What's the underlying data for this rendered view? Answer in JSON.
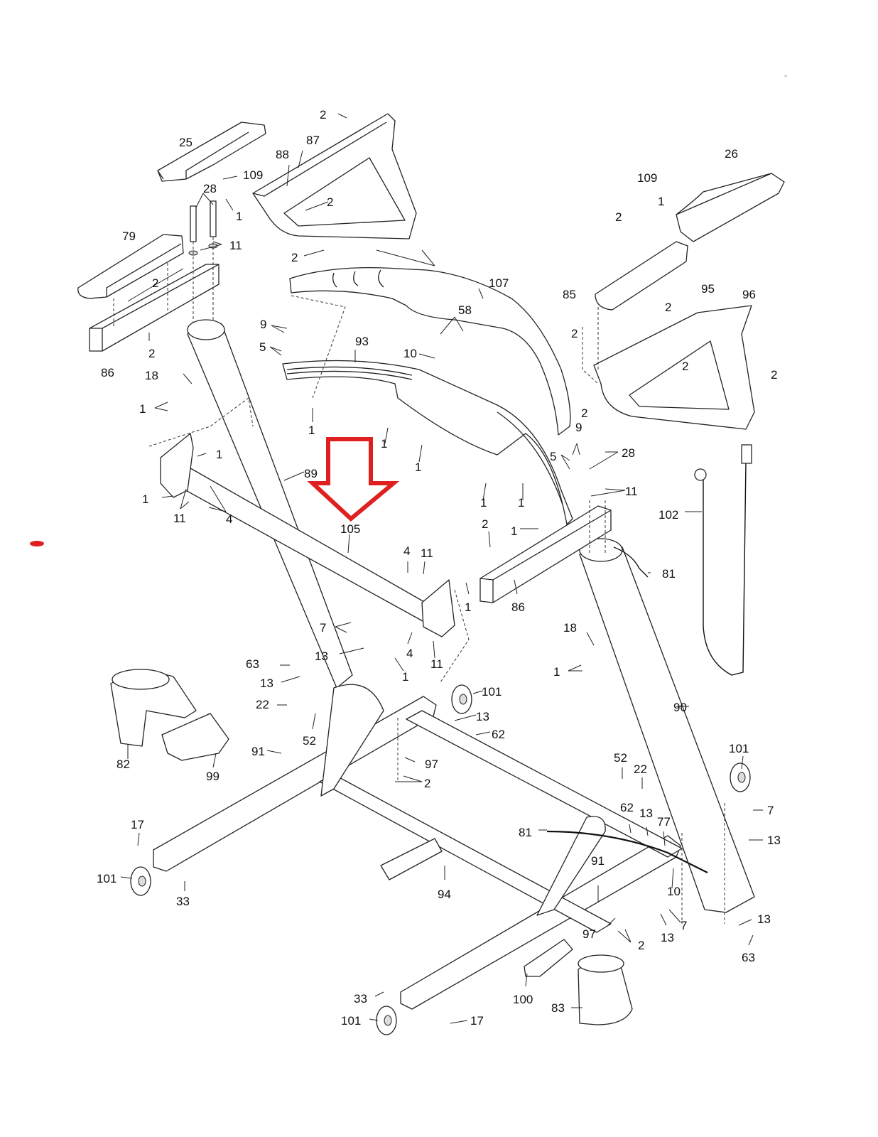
{
  "diagram": {
    "type": "exploded-parts-diagram",
    "highlight": {
      "part_number": "105",
      "indicator": "arrow-pointing-down",
      "color": "#e02020"
    },
    "labels": [
      "2",
      "25",
      "87",
      "88",
      "109",
      "28",
      "1",
      "79",
      "11",
      "2",
      "2",
      "2",
      "86",
      "2",
      "26",
      "109",
      "1",
      "2",
      "85",
      "95",
      "96",
      "2",
      "2",
      "2",
      "2",
      "2",
      "107",
      "58",
      "9",
      "5",
      "93",
      "10",
      "1",
      "1",
      "1",
      "18",
      "1",
      "1",
      "1",
      "89",
      "11",
      "4",
      "105",
      "9",
      "5",
      "28",
      "11",
      "1",
      "1",
      "2",
      "1",
      "102",
      "86",
      "81",
      "4",
      "11",
      "1",
      "4",
      "11",
      "7",
      "13",
      "1",
      "63",
      "13",
      "22",
      "52",
      "101",
      "13",
      "62",
      "18",
      "1",
      "90",
      "82",
      "99",
      "91",
      "97",
      "2",
      "52",
      "22",
      "101",
      "62",
      "13",
      "77",
      "7",
      "13",
      "81",
      "10",
      "17",
      "101",
      "33",
      "94",
      "91",
      "7",
      "13",
      "97",
      "2",
      "13",
      "63",
      "33",
      "101",
      "17",
      "100",
      "83"
    ]
  }
}
